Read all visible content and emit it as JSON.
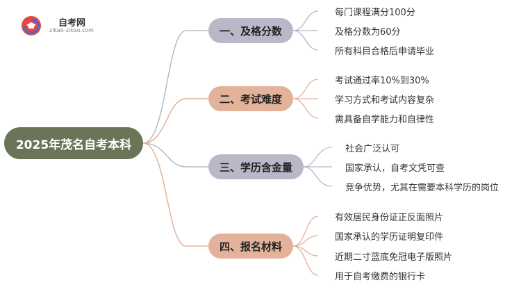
{
  "logo": {
    "title": "自考网",
    "url": "zikao-zikao.com"
  },
  "root": {
    "label": "2025年茂名自考本科"
  },
  "branches": [
    {
      "label": "一、及格分数",
      "leaves": [
        "每门课程满分100分",
        "及格分数为60分",
        "所有科目合格后申请毕业"
      ]
    },
    {
      "label": "二、考试难度",
      "leaves": [
        "考试通过率10%到30%",
        "学习方式和考试内容复杂",
        "需具备自学能力和自律性"
      ]
    },
    {
      "label": "三、学历含金量",
      "leaves": [
        "社会广泛认可",
        "国家承认，自考文凭可查",
        "竞争优势，尤其在需要本科学历的岗位"
      ]
    },
    {
      "label": "四、报名材料",
      "leaves": [
        "有效居民身份证正反面照片",
        "国家承认的学历证明复印件",
        "近期二寸蓝底免冠电子版照片",
        "用于自考缴费的银行卡"
      ]
    }
  ],
  "colors": {
    "root": "#6a7558",
    "branch_gray": "#b8b8c8",
    "branch_peach": "#e3b29b",
    "line_gray": "#b8b8c8",
    "line_peach": "#e3b29b"
  }
}
